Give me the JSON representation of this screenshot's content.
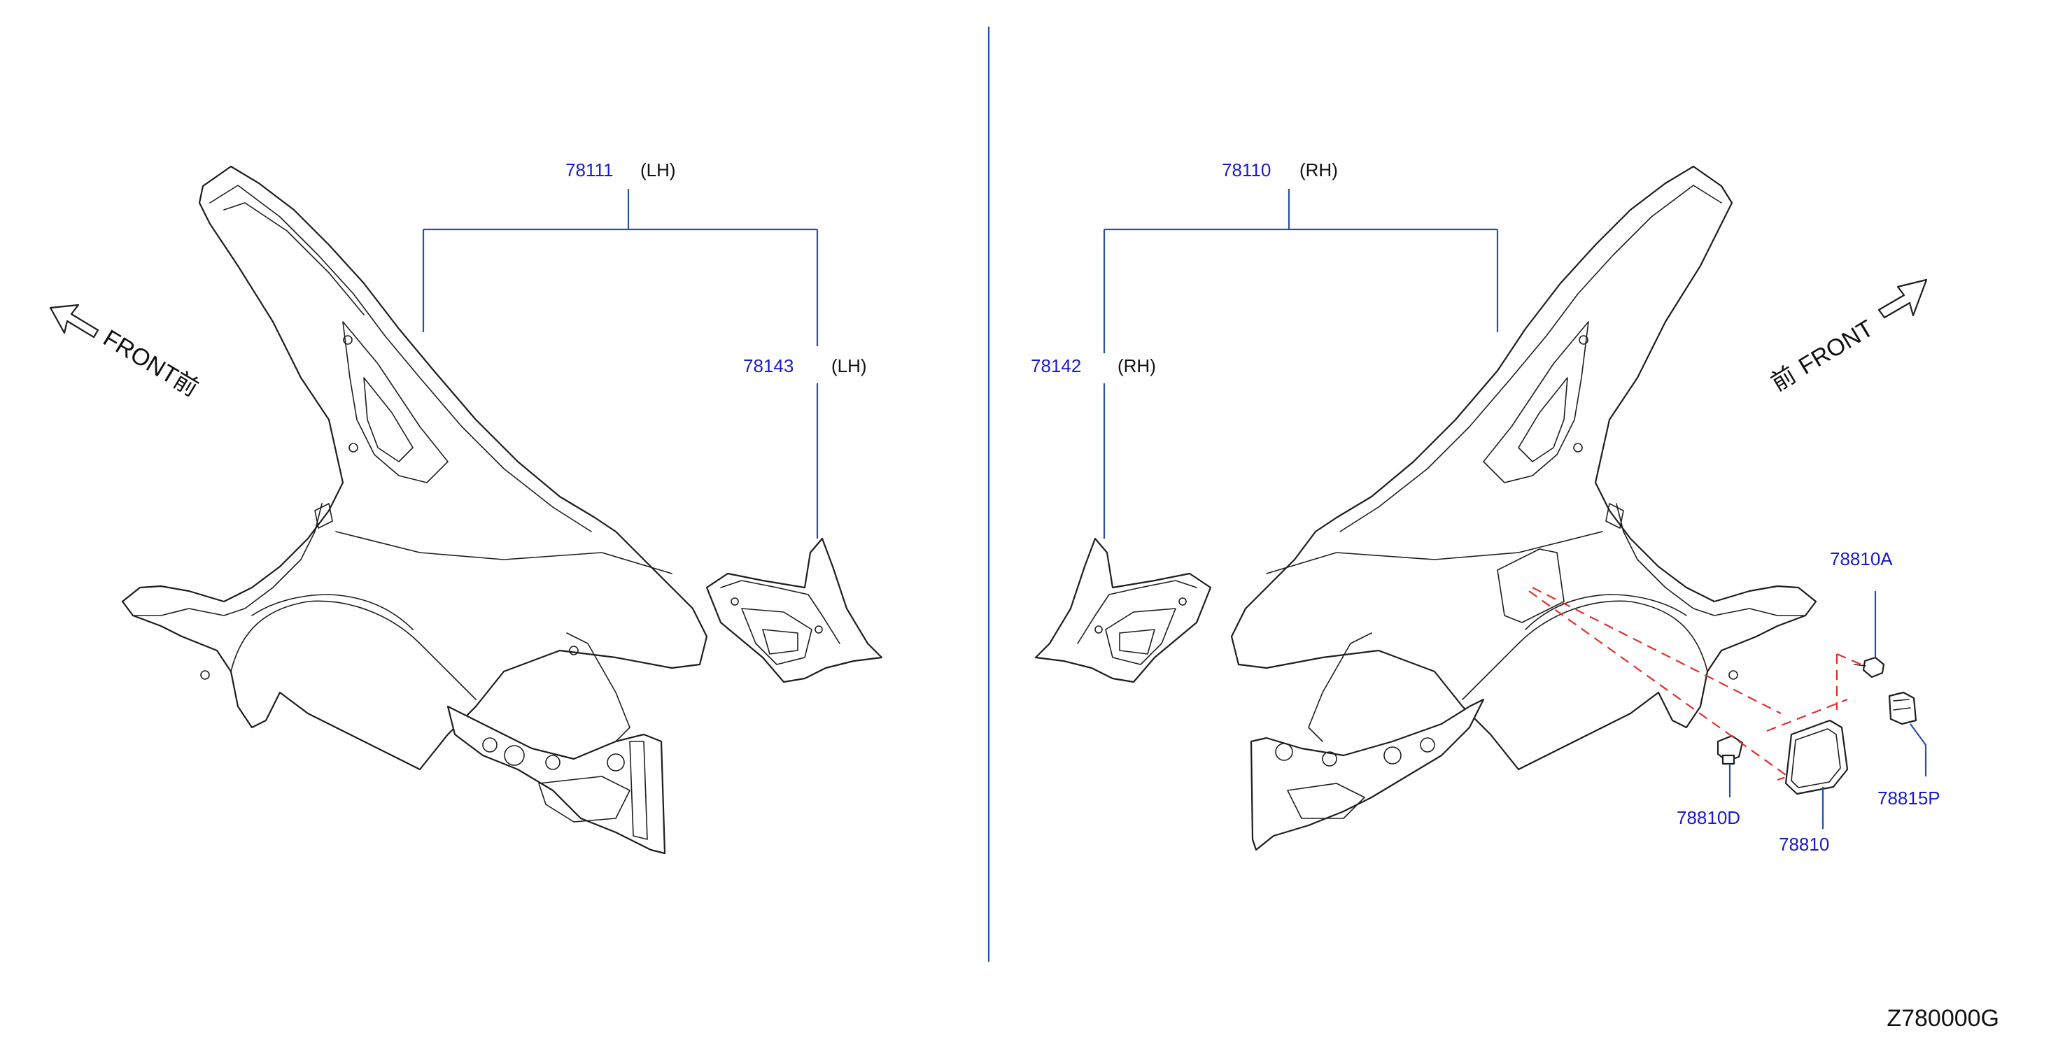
{
  "drawing_code": "Z780000G",
  "front_left": {
    "text": "FRONT",
    "kanji": "前"
  },
  "front_right": {
    "text": "FRONT",
    "kanji": "前"
  },
  "callouts": {
    "p78111": {
      "part": "78111",
      "side": "(LH)"
    },
    "p78143": {
      "part": "78143",
      "side": "(LH)"
    },
    "p78110": {
      "part": "78110",
      "side": "(RH)"
    },
    "p78142": {
      "part": "78142",
      "side": "(RH)"
    },
    "p78810A": {
      "part": "78810A"
    },
    "p78810D": {
      "part": "78810D"
    },
    "p78810": {
      "part": "78810"
    },
    "p78815P": {
      "part": "78815P"
    }
  },
  "colors": {
    "part_number": "#1a1acc",
    "leader": "#2b4fa8",
    "assembly_dash": "#e03030",
    "outline": "#1e1e1e"
  }
}
